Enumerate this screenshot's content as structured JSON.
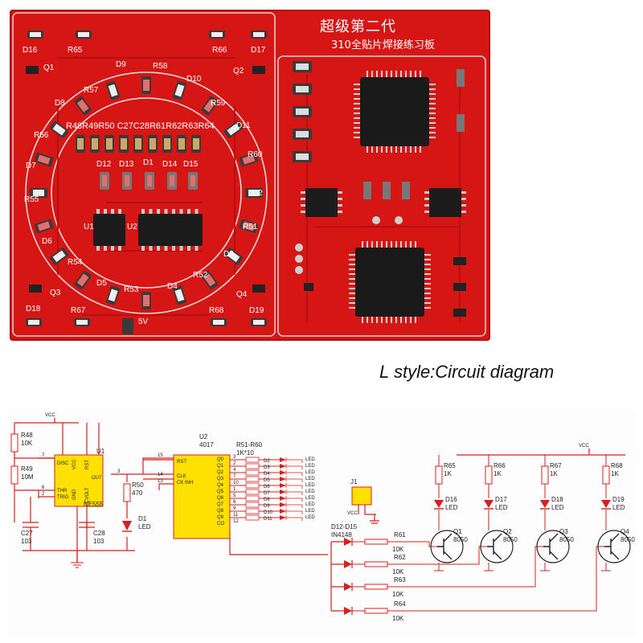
{
  "board": {
    "title": "超级第二代",
    "subtitle": "310全贴片焊接练习板",
    "labels": {
      "d16": "D16",
      "r65": "R65",
      "q1": "Q1",
      "r66": "R66",
      "d17": "D17",
      "q2": "Q2",
      "d8": "D8",
      "d9": "D9",
      "r58": "R58",
      "d10": "D10",
      "r57": "R57",
      "r59": "R59",
      "r56": "R56",
      "d11": "D11",
      "r60": "R60",
      "d7": "D7",
      "d2": "D2",
      "r55": "R55",
      "d6": "D6",
      "r51": "R51",
      "r54": "R54",
      "d3": "D3",
      "d5": "D5",
      "r53": "R53",
      "d4": "D4",
      "r52": "R52",
      "row_resistors": "R48R49R50 C27C28R61R62R63R64",
      "d12": "D12",
      "d13": "D13",
      "d1": "D1",
      "d14": "D14",
      "d15": "D15",
      "u1": "U1",
      "u2": "U2",
      "q3": "Q3",
      "q4": "Q4",
      "d18": "D18",
      "r67": "R67",
      "five_v": "5V",
      "r68": "R68",
      "d19": "D19"
    }
  },
  "caption": "L style:Circuit diagram",
  "schematic": {
    "vcc_top": "VCC",
    "r48": "R48",
    "r48_val": "10K",
    "r49": "R49",
    "r49_val": "10M",
    "u1": "U1",
    "u1_part": "NE555",
    "u1_pins": {
      "disc": "DISC",
      "vcc": "VCC",
      "rst": "RST",
      "out": "OUT",
      "thr": "THR",
      "trig": "TRIG",
      "gnd": "GND",
      "cvolt": "CVOLT"
    },
    "pin_nums_left": [
      "7",
      "6",
      "2"
    ],
    "pin_num_out": "3",
    "r50": "R50",
    "r50_val": "470",
    "d1": "D1",
    "d1_val": "LED",
    "c27": "C27",
    "c27_val": "103",
    "c28": "C28",
    "c28_val": "103",
    "u2": "U2",
    "u2_part": "4017",
    "u2_in": [
      "RST",
      "CLK",
      "CK INH"
    ],
    "u2_in_nums": [
      "15",
      "14",
      "13"
    ],
    "u2_out": [
      "Q0",
      "Q1",
      "Q2",
      "Q3",
      "Q4",
      "Q5",
      "Q6",
      "Q7",
      "Q8",
      "Q9",
      "CO"
    ],
    "u2_out_nums": [
      "3",
      "2",
      "4",
      "7",
      "10",
      "1",
      "5",
      "6",
      "9",
      "11",
      "12"
    ],
    "resnet": "R51-R60",
    "resnet_val": "1K*10",
    "leds": [
      "D2",
      "D3",
      "D4",
      "D5",
      "D6",
      "D7",
      "D8",
      "D9",
      "D10",
      "D11"
    ],
    "led_text": "LED",
    "j1": "J1",
    "j1_vcc": "VCC",
    "diodes_label": "D12-D15",
    "diodes_val": "IN4148",
    "base_res": [
      {
        "name": "R61",
        "val": "10K"
      },
      {
        "name": "R62",
        "val": "10K"
      },
      {
        "name": "R63",
        "val": "10K"
      },
      {
        "name": "R64",
        "val": "10K"
      }
    ],
    "vcc_right": "VCC",
    "coll_res": [
      {
        "name": "R65",
        "val": "1K"
      },
      {
        "name": "R66",
        "val": "1K"
      },
      {
        "name": "R67",
        "val": "1K"
      },
      {
        "name": "R68",
        "val": "1K"
      }
    ],
    "out_leds": [
      {
        "name": "D16",
        "val": "LED"
      },
      {
        "name": "D17",
        "val": "LED"
      },
      {
        "name": "D18",
        "val": "LED"
      },
      {
        "name": "D19",
        "val": "LED"
      }
    ],
    "transistors": [
      {
        "name": "Q1",
        "val": "8050"
      },
      {
        "name": "Q2",
        "val": "8050"
      },
      {
        "name": "Q3",
        "val": "8050"
      },
      {
        "name": "Q4",
        "val": "8050"
      }
    ]
  }
}
